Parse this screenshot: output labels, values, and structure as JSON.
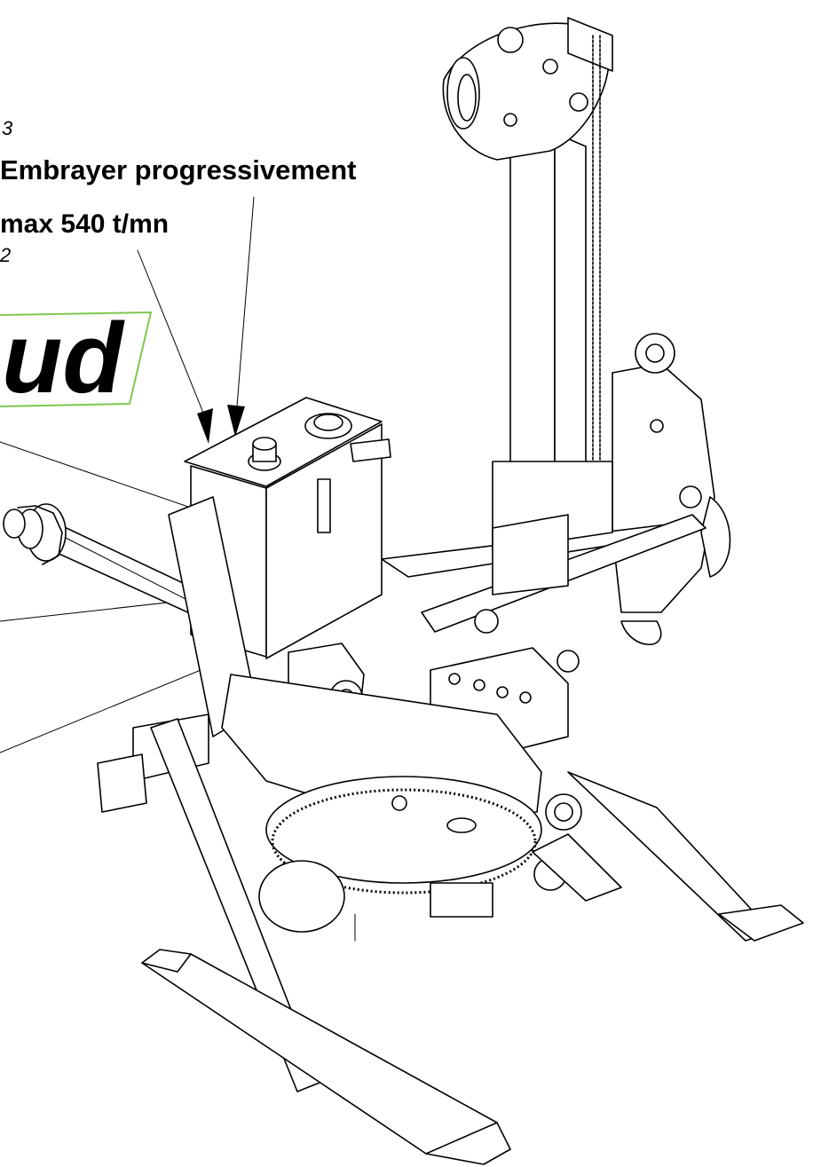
{
  "labels": {
    "callout_3_number": "3",
    "callout_3_text": "Embrayer progressivement",
    "callout_2_text": "max 540 t/mn",
    "callout_2_number": "2",
    "logo_fragment": "ud"
  },
  "colors": {
    "line": "#000000",
    "logo_outline": "#7ec850",
    "background": "#ffffff"
  }
}
